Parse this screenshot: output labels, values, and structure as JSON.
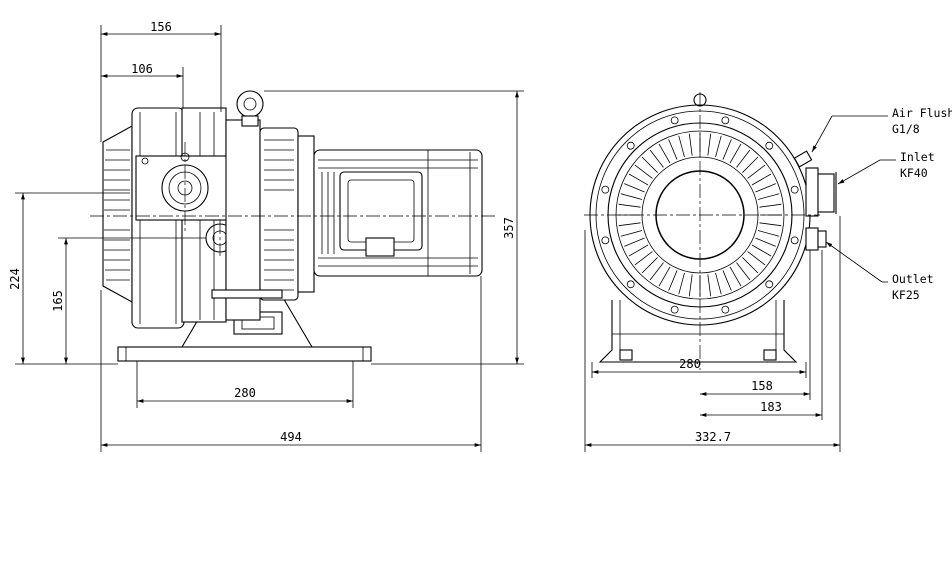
{
  "dimensions": {
    "side_width_156": "156",
    "side_width_106": "106",
    "side_height_357": "357",
    "side_height_224": "224",
    "side_height_165": "165",
    "side_base_280": "280",
    "side_total_494": "494",
    "front_base_280": "280",
    "front_158": "158",
    "front_183": "183",
    "front_total_332_7": "332.7"
  },
  "callouts": {
    "air_flush_line1": "Air Flush",
    "air_flush_line2": "G1/8",
    "inlet_line1": "Inlet",
    "inlet_line2": "KF40",
    "outlet_line1": "Outlet",
    "outlet_line2": "KF25"
  }
}
